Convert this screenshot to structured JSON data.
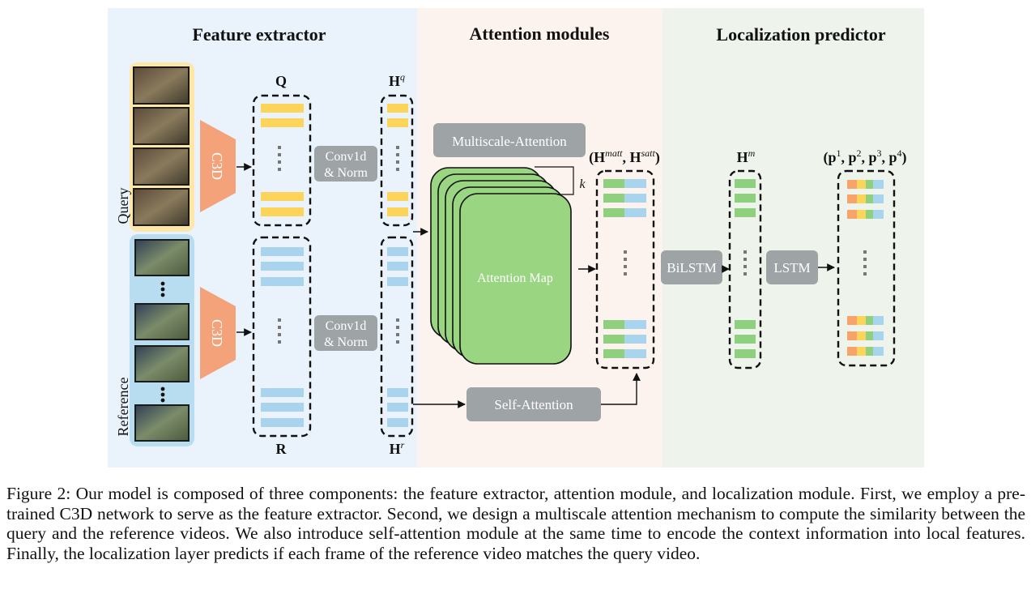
{
  "sections": {
    "feature_extractor": "Feature extractor",
    "attention_modules": "Attention modules",
    "localization_predictor": "Localization predictor"
  },
  "labels": {
    "query": "Query",
    "reference": "Reference",
    "c3d": "C3D",
    "Q": "Q",
    "R": "R",
    "H_base": "H",
    "Hq_sup": "q",
    "Hr_sup": "r",
    "conv_line1": "Conv1d",
    "conv_line2": "& Norm",
    "multiscale_attention": "Multiscale-Attention",
    "k": "k",
    "attention_map": "Attention Map",
    "self_attention": "Self-Attention",
    "hmatt_open": "(",
    "hmatt_H1": "H",
    "hmatt_sup1": "matt",
    "hmatt_sep": ", ",
    "hmatt_H2": "H",
    "hmatt_sup2": "satt",
    "hmatt_close": ")",
    "Hm_base": "H",
    "Hm_sup": "m",
    "bilstm": "BiLSTM",
    "lstm": "LSTM",
    "p_open": "(",
    "p_base": "p",
    "p_sup1": "1",
    "p_sup2": "2",
    "p_sup3": "3",
    "p_sup4": "4",
    "p_comma": ", ",
    "p_close": ")"
  },
  "colors": {
    "panel_feature": "#eaf2fb",
    "panel_attention": "#fdf3ee",
    "panel_localization": "#eef4ec",
    "query_bg": "#fde6a8",
    "reference_bg": "#b8dcf0",
    "c3d": "#f4a27a",
    "query_feature": "#fcd45a",
    "reference_feature": "#a8d4ee",
    "attention_map": "#9ad682",
    "gray_box": "#9ea3a5",
    "green_feature": "#8fd07f",
    "orange_feature": "#f7a46a"
  },
  "caption": "Figure 2: Our model is composed of three components: the feature extractor, attention module, and localization module. First, we employ a pre-trained C3D network to serve as the feature extractor. Second, we design a multiscale attention mechanism to compute the similarity between the query and the reference videos. We also introduce self-attention module at the same time to encode the context information into local features. Finally, the localization layer predicts if each frame of the reference video matches the query video."
}
